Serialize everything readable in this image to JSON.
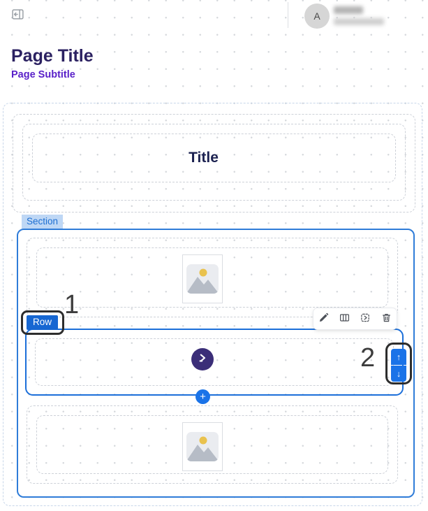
{
  "header": {
    "avatar_initial": "A"
  },
  "page_header": {
    "title": "Page Title",
    "subtitle": "Page Subtitle"
  },
  "builder": {
    "title_component_text": "Title",
    "section_label": "Section",
    "row_badge_label": "Row",
    "add_button_label": "+"
  },
  "controls": {
    "move_up_glyph": "↑",
    "move_down_glyph": "↓"
  },
  "annotations": {
    "marker_1": "1",
    "marker_2": "2"
  },
  "colors": {
    "accent_blue": "#1a73e8",
    "section_border": "#2f7cd8",
    "selected_row_border": "#1c6fd9",
    "row_badge_bg": "#1767d2",
    "section_label_bg": "#bed7f5",
    "section_label_text": "#1e6fd2",
    "page_title_text": "#2b2161",
    "page_subtitle_text": "#5a21c9",
    "component_title_text": "#1b2150",
    "circle_button_bg": "#3b2e78",
    "annotation_stroke": "#2d2d2d",
    "dashed_outline": "#cdd1d8",
    "screen_outline": "#c7d6e9"
  }
}
